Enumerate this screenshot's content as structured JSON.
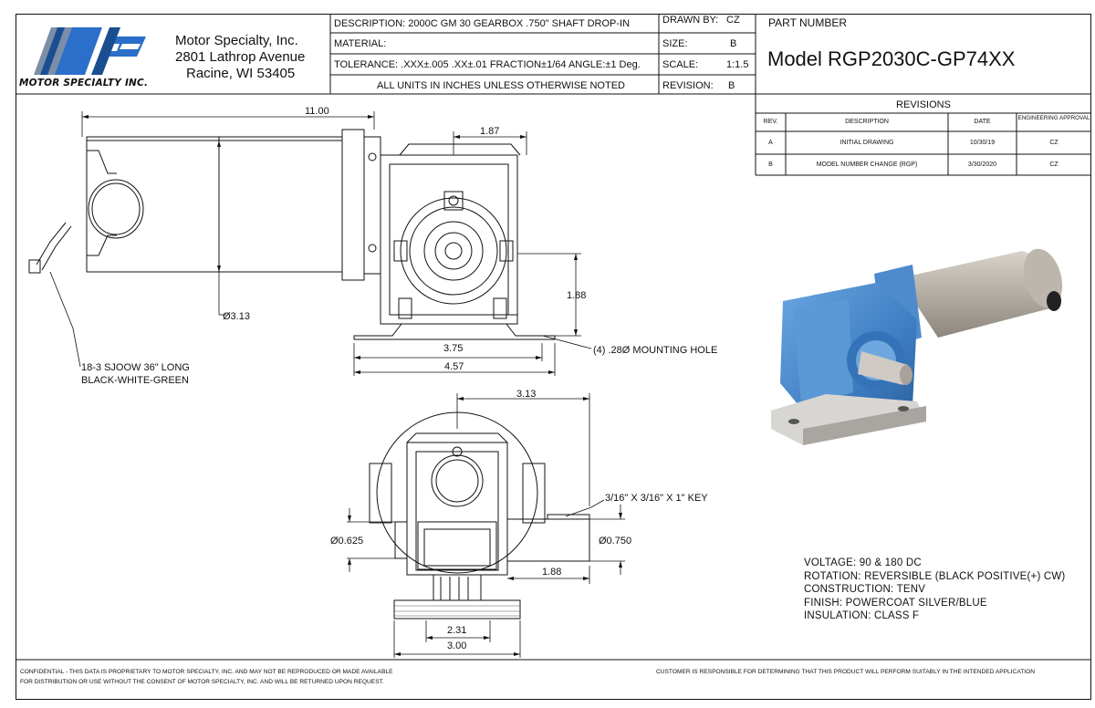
{
  "company": {
    "logo_text": "MOTOR SPECIALTY INC.",
    "name": "Motor Specialty, Inc.",
    "street": "2801 Lathrop Avenue",
    "city": "Racine, WI 53405"
  },
  "title_block": {
    "description": "DESCRIPTION:  2000C GM 30 GEARBOX .750\" SHAFT DROP-IN",
    "material": "MATERIAL:",
    "tolerance": "TOLERANCE:  .XXX±.005   .XX±.01   FRACTION±1/64   ANGLE:±1 Deg.",
    "units_note": "ALL UNITS IN INCHES UNLESS OTHERWISE NOTED",
    "drawn_by_label": "DRAWN BY:",
    "drawn_by": "CZ",
    "size_label": "SIZE:",
    "size": "B",
    "scale_label": "SCALE:",
    "scale": "1:1.5",
    "revision_label": "REVISION:",
    "revision": "B",
    "part_number_label": "PART NUMBER",
    "part_number": "Model RGP2030C-GP74XX"
  },
  "revisions": {
    "title": "REVISIONS",
    "headers": [
      "REV.",
      "DESCRIPTION",
      "DATE",
      "ENGINEERING APPROVAL"
    ],
    "rows": [
      {
        "rev": "A",
        "description": "INITIAL DRAWING",
        "date": "10/30/19",
        "approval": "CZ"
      },
      {
        "rev": "B",
        "description": "MODEL NUMBER CHANGE (RGP)",
        "date": "3/30/2020",
        "approval": "CZ"
      }
    ]
  },
  "dimensions": {
    "overall_length": "11.00",
    "gearbox_width": "1.87",
    "shaft_height": "1.88",
    "motor_dia": "Ø3.13",
    "base_inner": "3.75",
    "base_outer": "4.57",
    "mounting_hole": "(4) .28Ø MOUNTING HOLE",
    "cable": "18-3 SJOOW 36\" LONG",
    "cable_colors": "BLACK-WHITE-GREEN",
    "front_width": "3.13",
    "key": "3/16\" X 3/16\" X 1\" KEY",
    "shaft_small": "Ø0.625",
    "shaft_large": "Ø0.750",
    "shaft_len": "1.88",
    "foot_inner": "2.31",
    "foot_outer": "3.00"
  },
  "specs": {
    "voltage": "VOLTAGE: 90 & 180 DC",
    "rotation": "ROTATION: REVERSIBLE (BLACK POSITIVE(+) CW)",
    "construction": "CONSTRUCTION: TENV",
    "finish": "FINISH: POWERCOAT SILVER/BLUE",
    "insulation": "INSULATION: CLASS F"
  },
  "footer": {
    "confidential_1": "CONFIDENTIAL - THIS DATA IS PROPRIETARY TO MOTOR SPECIALTY, INC. AND MAY NOT BE REPRODUCED OR MADE AVAILABLE",
    "confidential_2": "FOR DISTRIBUTION OR USE WITHOUT THE CONSENT OF MOTOR SPECIALTY, INC. AND WILL BE RETURNED UPON REQUEST.",
    "customer": "CUSTOMER IS RESPONSIBLE FOR DETERMINING THAT THIS PRODUCT WILL PERFORM SUITABLY IN THE INTENDED APPLICATION"
  },
  "colors": {
    "gearbox_blue": "#3f7fc4",
    "motor_silver": "#b3aca3",
    "logo_blue": "#2a6fc9"
  }
}
